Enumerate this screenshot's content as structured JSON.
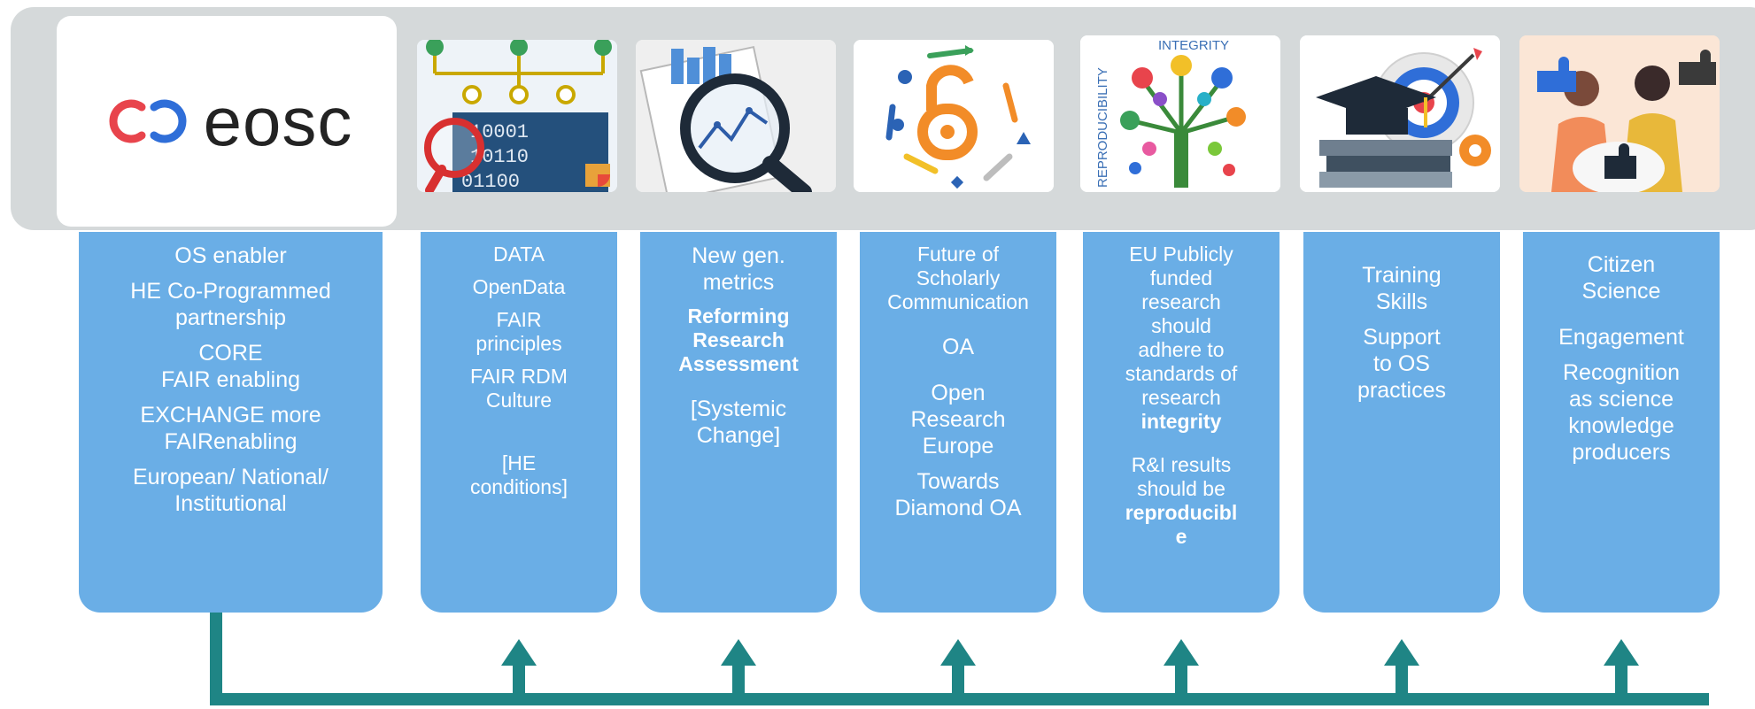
{
  "logo": {
    "text": "eosc",
    "colors": {
      "left_ring": "#e8444c",
      "right_ring": "#2f6ed8",
      "text": "#232323"
    }
  },
  "images": [
    {
      "icon": "data-analysis-icon"
    },
    {
      "icon": "metrics-magnifier-icon"
    },
    {
      "icon": "open-access-icon"
    },
    {
      "icon": "integrity-tree-icon",
      "label_top": "INTEGRITY",
      "label_side": "REPRODUCIBILITY"
    },
    {
      "icon": "training-target-icon"
    },
    {
      "icon": "citizen-science-puzzle-icon"
    }
  ],
  "image_texts": {
    "binary_1": "10001",
    "binary_2": "10110",
    "binary_3": "01100"
  },
  "columns": {
    "eosc": {
      "lines": [
        "OS enabler",
        "HE Co-Programmed",
        "partnership",
        "CORE",
        "FAIR enabling",
        "EXCHANGE more",
        "FAIRenabling",
        "European/ National/",
        "Institutional"
      ]
    },
    "data": {
      "lines": [
        "DATA",
        "OpenData",
        "FAIR",
        "principles",
        "FAIR RDM",
        "Culture",
        "[HE",
        "conditions]"
      ]
    },
    "metrics": {
      "lines": [
        "New gen.",
        "metrics",
        "Reforming",
        "Research",
        "Assessment",
        "[Systemic",
        "Change]"
      ]
    },
    "communication": {
      "lines": [
        "Future of",
        "Scholarly",
        "Communication",
        "OA",
        "Open",
        "Research",
        "Europe",
        "Towards",
        "Diamond OA"
      ]
    },
    "integrity": {
      "lines": [
        "EU Publicly",
        "funded",
        "research",
        "should",
        "adhere to",
        "standards of",
        "research",
        "integrity",
        "R&I results",
        "should be",
        "reproducibl",
        "e"
      ]
    },
    "training": {
      "lines": [
        "Training",
        "Skills",
        "Support",
        "to OS",
        "practices"
      ]
    },
    "citizen": {
      "lines": [
        "Citizen",
        "Science",
        "Engagement",
        "Recognition",
        "as science",
        "knowledge",
        "producers"
      ]
    }
  },
  "colors": {
    "band": "#d5d9da",
    "column": "#6aaee6",
    "connector": "#1f8585"
  }
}
